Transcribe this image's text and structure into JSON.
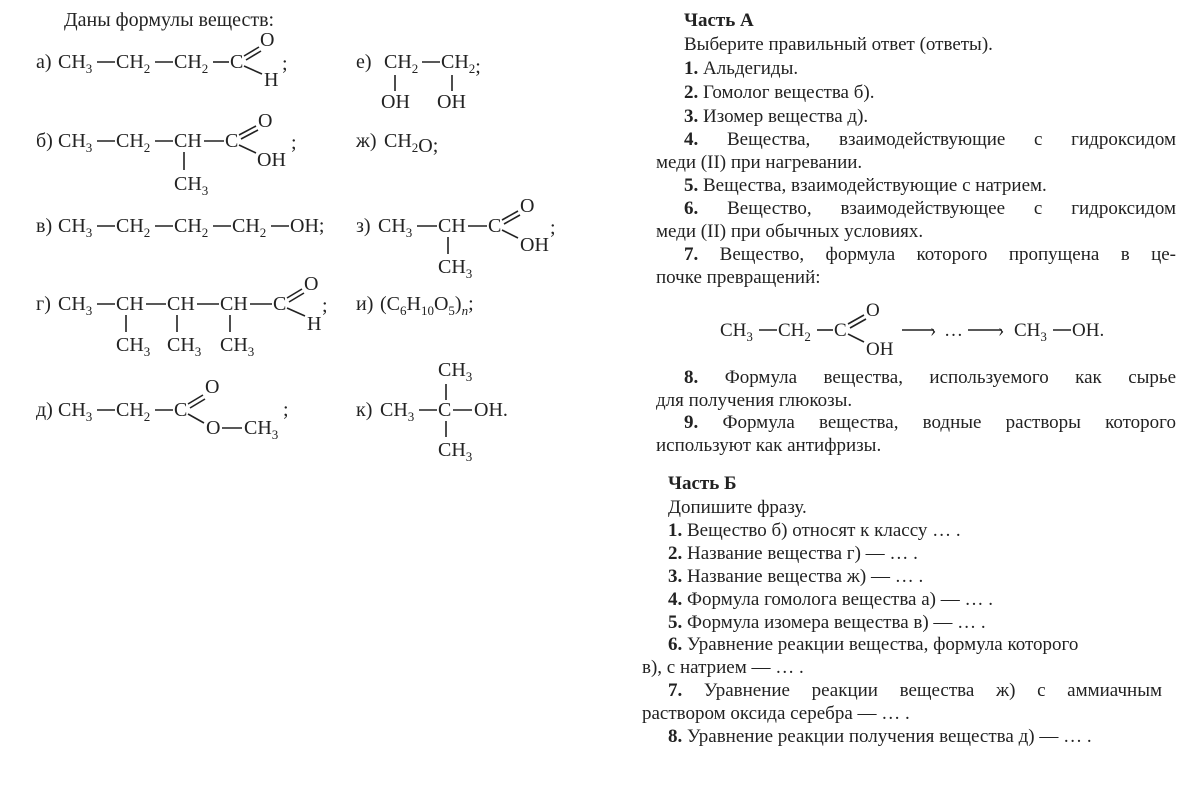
{
  "left": {
    "heading": "Даны формулы веществ:",
    "formulas": {
      "a_label": "а)",
      "b_label": "б)",
      "v_label": "в)",
      "g_label": "г)",
      "d_label": "д)",
      "e_label": "е)",
      "zh_label": "ж)",
      "z_label": "з)",
      "i_label": "и)",
      "k_label": "к)"
    }
  },
  "partA": {
    "title": "Часть А",
    "instruction": "Выберите правильный ответ (ответы).",
    "items": [
      {
        "num": "1.",
        "text": "Альдегиды."
      },
      {
        "num": "2.",
        "text": "Гомолог вещества б)."
      },
      {
        "num": "3.",
        "text": "Изомер вещества д)."
      },
      {
        "num": "4.",
        "text": "Вещества, взаимодействующие с гидроксидом",
        "cont": "меди (II) при нагревании."
      },
      {
        "num": "5.",
        "text": "Вещества, взаимодействующие с натрием."
      },
      {
        "num": "6.",
        "text": "Вещество, взаимодействующее с гидроксидом",
        "cont": "меди (II) при обычных условиях."
      },
      {
        "num": "7.",
        "text": "Вещество, формула которого пропущена в це-",
        "cont": "почке превращений:"
      },
      {
        "num": "8.",
        "text": "Формула вещества, используемого как сырье",
        "cont": "для получения глюкозы."
      },
      {
        "num": "9.",
        "text": "Формула вещества, водные растворы которого",
        "cont": "используют как антифризы."
      }
    ]
  },
  "partB": {
    "title": "Часть Б",
    "instruction": "Допишите фразу.",
    "items": [
      {
        "num": "1.",
        "text": "Вещество б) относят к классу … ."
      },
      {
        "num": "2.",
        "text": "Название вещества г) — … ."
      },
      {
        "num": "3.",
        "text": "Название вещества ж) — … ."
      },
      {
        "num": "4.",
        "text": "Формула гомолога вещества а) — … ."
      },
      {
        "num": "5.",
        "text": "Формула изомера вещества в) — … ."
      },
      {
        "num": "6.",
        "text": "Уравнение реакции вещества, формула которого",
        "cont": "в), с натрием — … ."
      },
      {
        "num": "7.",
        "text": "Уравнение реакции вещества ж) с аммиачным",
        "cont": "раствором оксида серебра — … ."
      },
      {
        "num": "8.",
        "text": "Уравнение реакции получения вещества д) — … ."
      }
    ]
  }
}
